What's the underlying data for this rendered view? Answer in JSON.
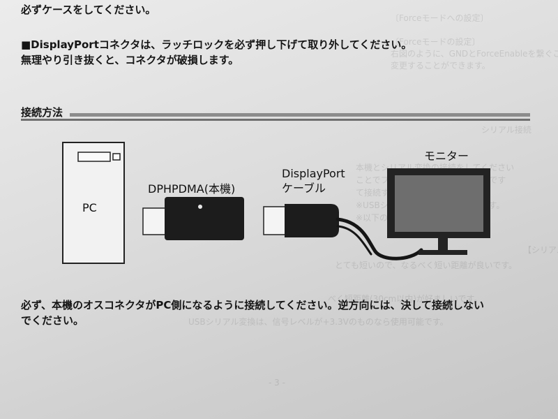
{
  "document": {
    "intro_line": "必ずケースをしてください。",
    "warning_line1": "■DisplayPortコネクタは、ラッチロックを必ず押し下げて取り外してください。",
    "warning_line2": "無理やり引き抜くと、コネクタが破損します。",
    "section_title": "接続方法",
    "note_line1": "必ず、本機のオスコネクタがPC側になるように接続してください。逆方向には、決して接続しない",
    "note_line2": "でください。",
    "page_number": "- 3 -"
  },
  "diagram": {
    "pc_label": "PC",
    "device_label": "DPHPDMA(本機)",
    "cable_label_line1": "DisplayPort",
    "cable_label_line2": "ケーブル",
    "monitor_label": "モニター"
  },
  "colors": {
    "ink": "#151515",
    "device_body": "#1c1c1c",
    "monitor_screen": "#6e6e6e",
    "pc_case": "#f2f2f2"
  }
}
